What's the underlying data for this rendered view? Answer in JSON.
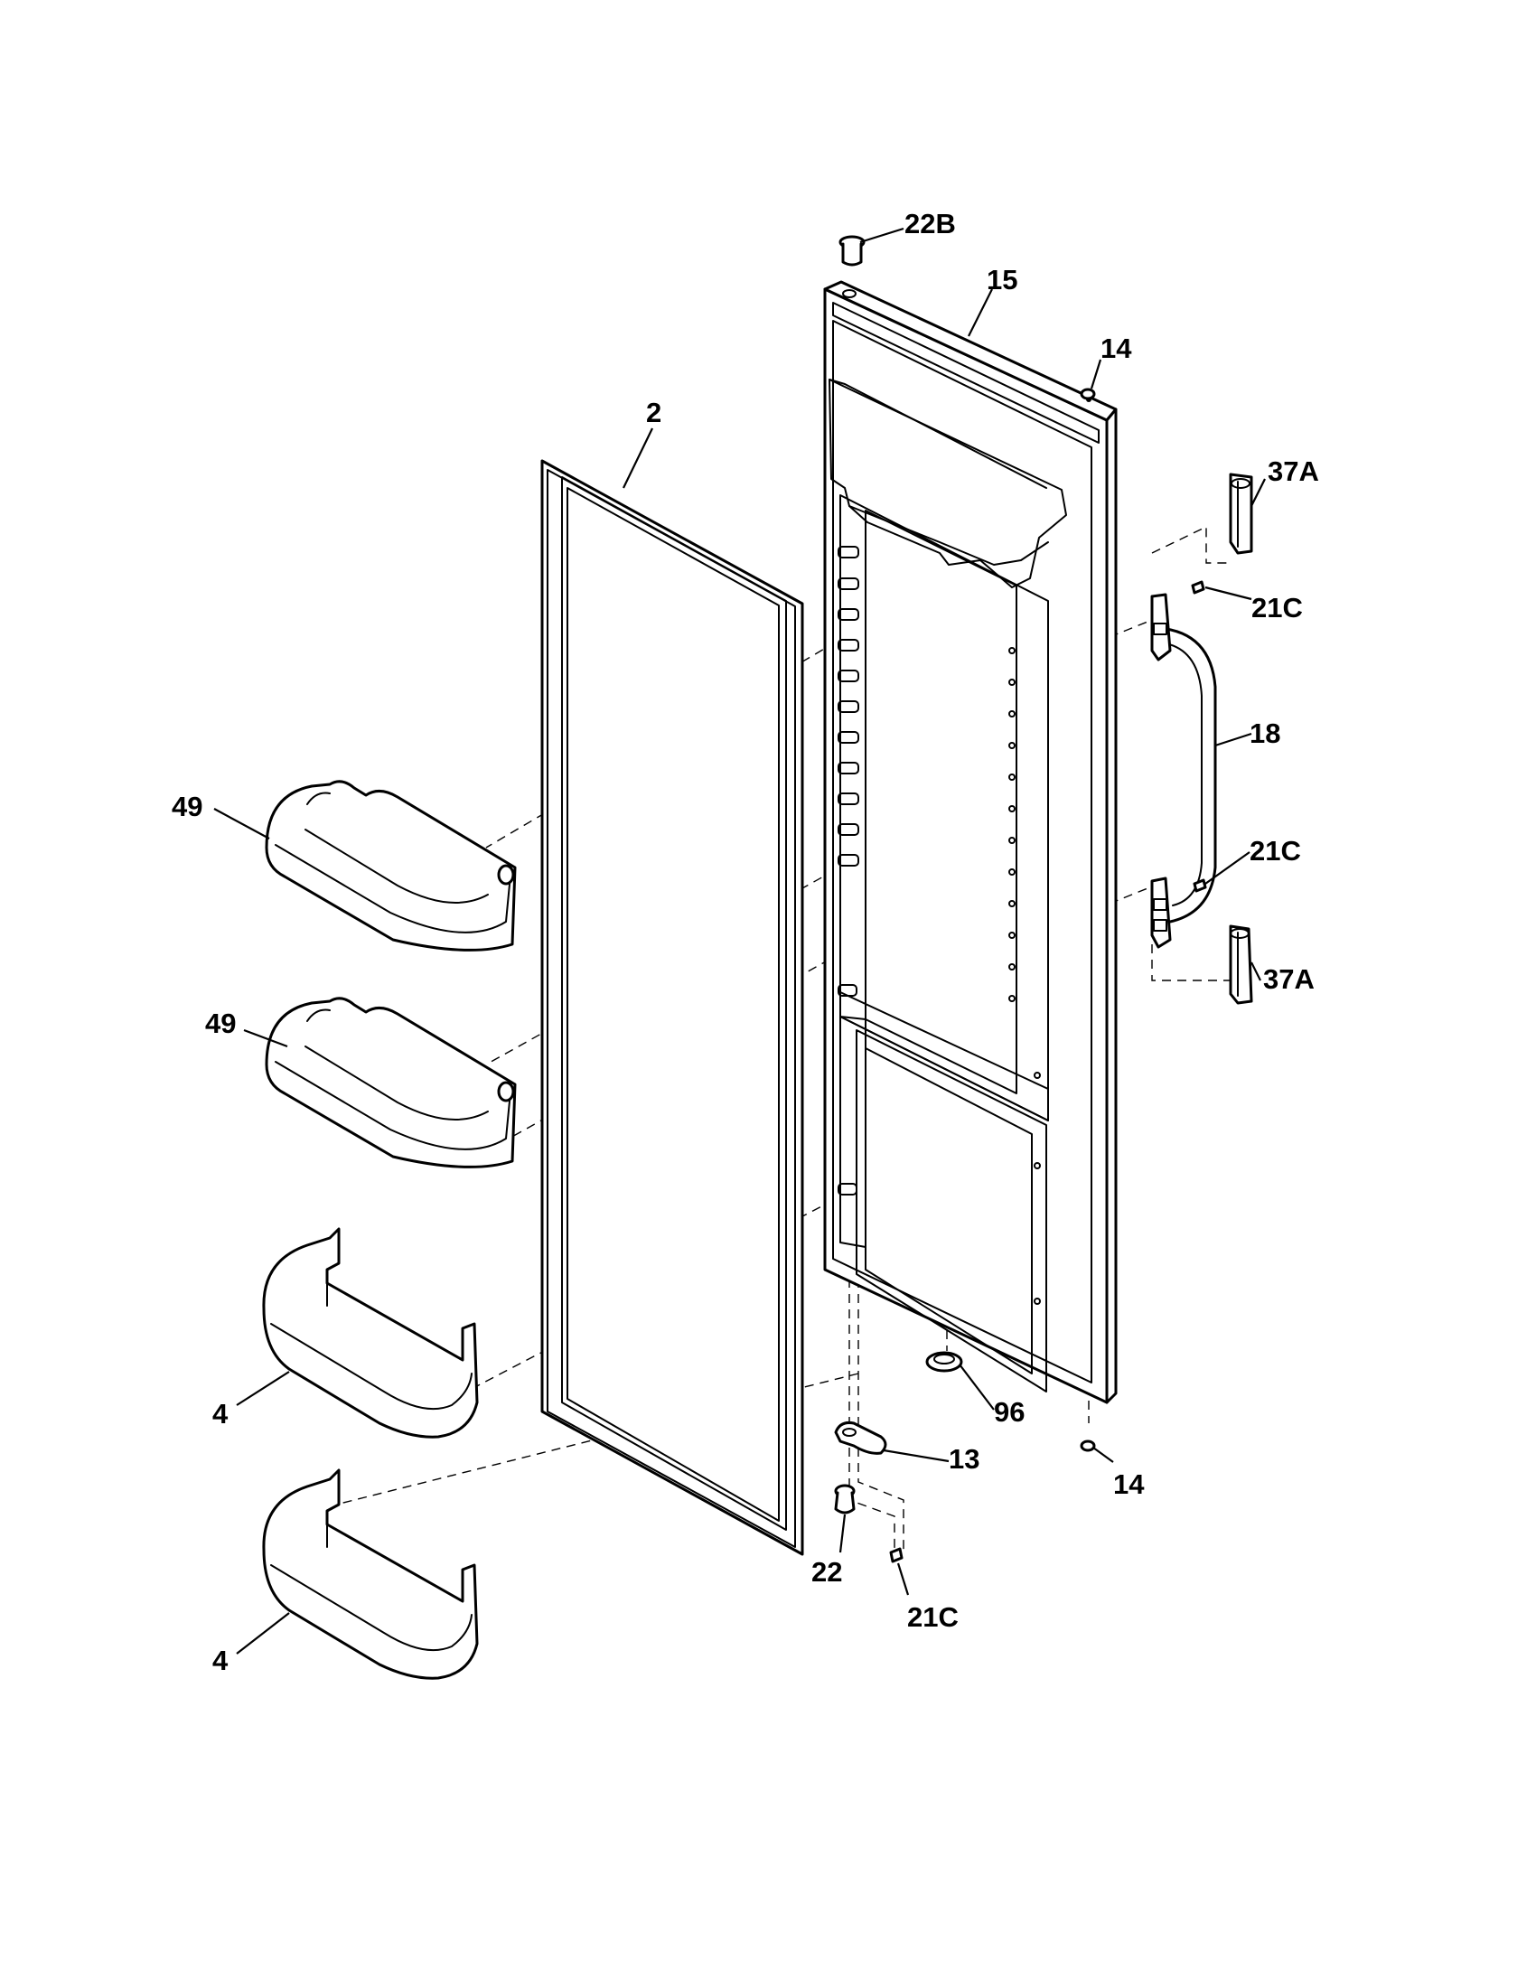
{
  "diagram": {
    "callouts": {
      "c22b": "22B",
      "c15": "15",
      "c14_top": "14",
      "c2": "2",
      "c37a_top": "37A",
      "c21c_top": "21C",
      "c18": "18",
      "c21c_mid": "21C",
      "c37a_bottom": "37A",
      "c49_top": "49",
      "c49_bottom": "49",
      "c4_top": "4",
      "c4_bottom": "4",
      "c96": "96",
      "c13": "13",
      "c14_bottom": "14",
      "c22": "22",
      "c21c_bottom": "21C"
    }
  }
}
